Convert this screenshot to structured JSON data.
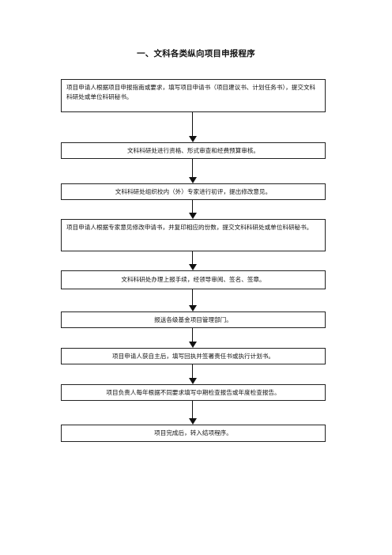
{
  "title": "一、文科各类纵向项目申报程序",
  "steps": [
    "项目申请人根据项目申报指南或要求，填写项目申请书（项目建议书、计划任务书），提交文科科研处或单位科研秘书。",
    "文科科研处进行资格、形式审查和经费预算审核。",
    "文科科研处组织校内（外）专家进行初评，提出修改意见。",
    "项目申请人根据专家意见修改申请书，并复印相应的份数，提交文科科研处或单位科研秘书。",
    "文科科研处办理上报手续，经领导审阅、签名、签章。",
    "报送各级基金项目管理部门。",
    "项目申请人获自主后，填写回执并签署责任书或执行计划书。",
    "项目负责人每年根据不同要求填写中期检查报告或年度检查报告。",
    "项目完成后，转入结项程序。"
  ]
}
